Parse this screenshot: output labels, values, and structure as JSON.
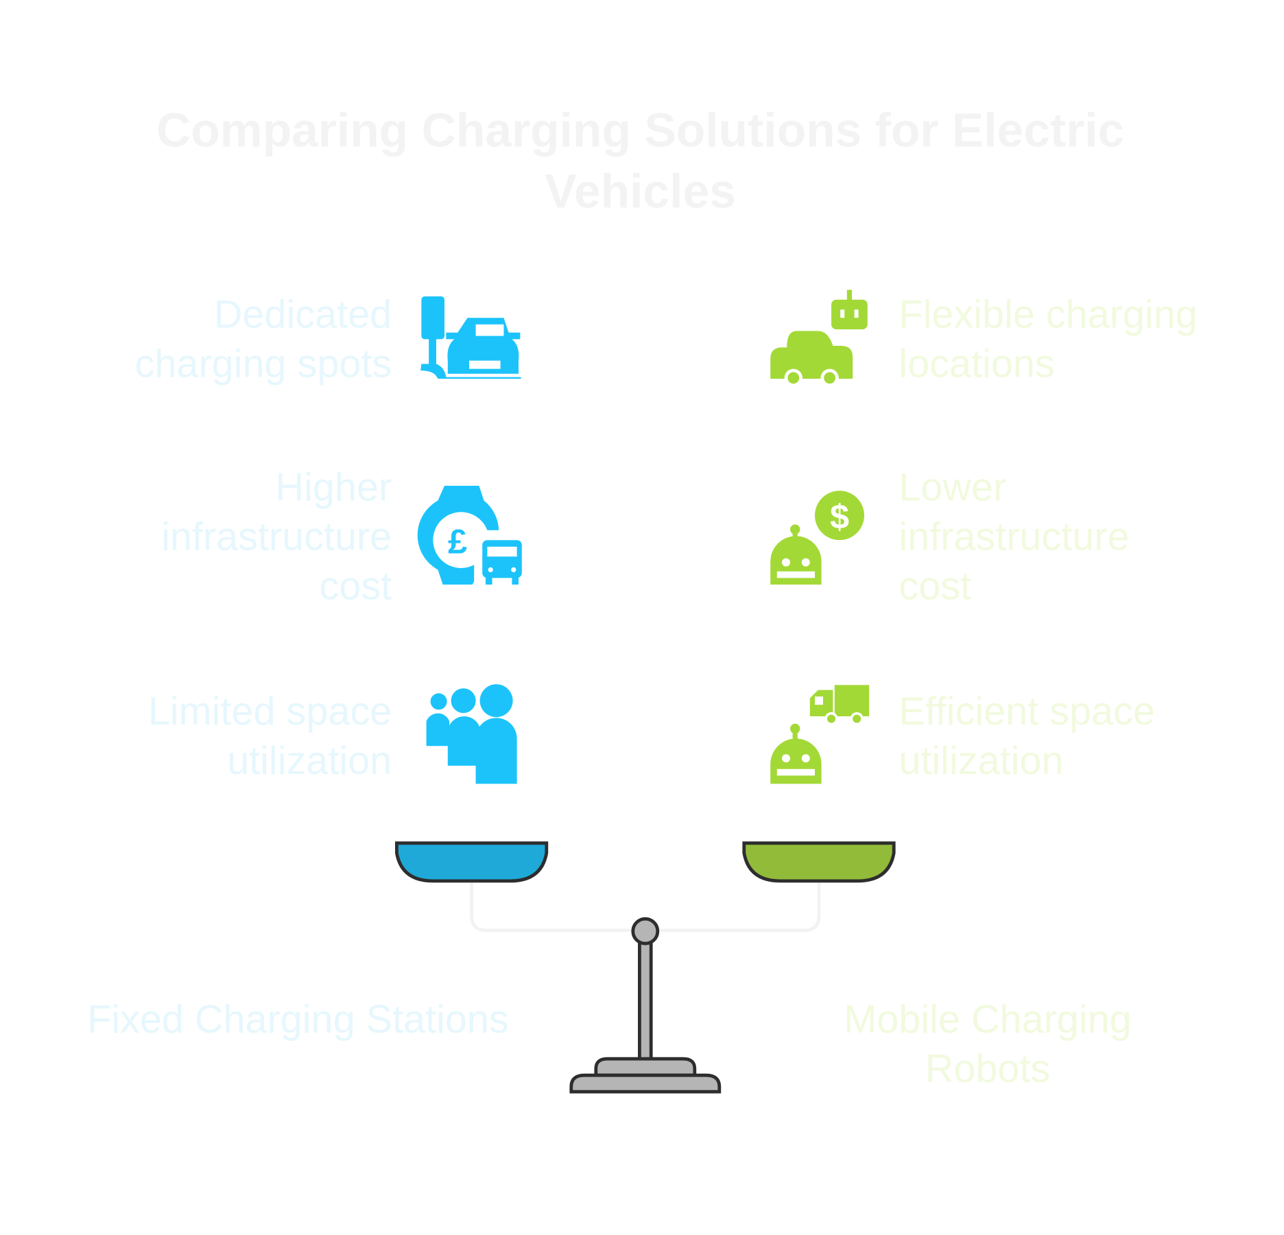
{
  "title": [
    "Comparing Charging Solutions for Electric",
    "Vehicles"
  ],
  "left": {
    "label": "Fixed Charging Stations",
    "color": "#1ea9d8",
    "items": [
      {
        "lines": [
          "Dedicated",
          "charging spots"
        ],
        "icon": "charging-station-car-icon"
      },
      {
        "lines": [
          "Higher",
          "infrastructure",
          "cost"
        ],
        "icon": "pound-watch-bus-icon"
      },
      {
        "lines": [
          "Limited space",
          "utilization"
        ],
        "icon": "crowd-people-icon"
      }
    ]
  },
  "right": {
    "label": [
      "Mobile Charging",
      "Robots"
    ],
    "color": "#92bb3a",
    "items": [
      {
        "lines": [
          "Flexible charging",
          "locations"
        ],
        "icon": "robot-car-icon"
      },
      {
        "lines": [
          "Lower",
          "infrastructure",
          "cost"
        ],
        "icon": "robot-dollar-icon"
      },
      {
        "lines": [
          "Efficient space",
          "utilization"
        ],
        "icon": "robot-truck-icon"
      }
    ]
  }
}
